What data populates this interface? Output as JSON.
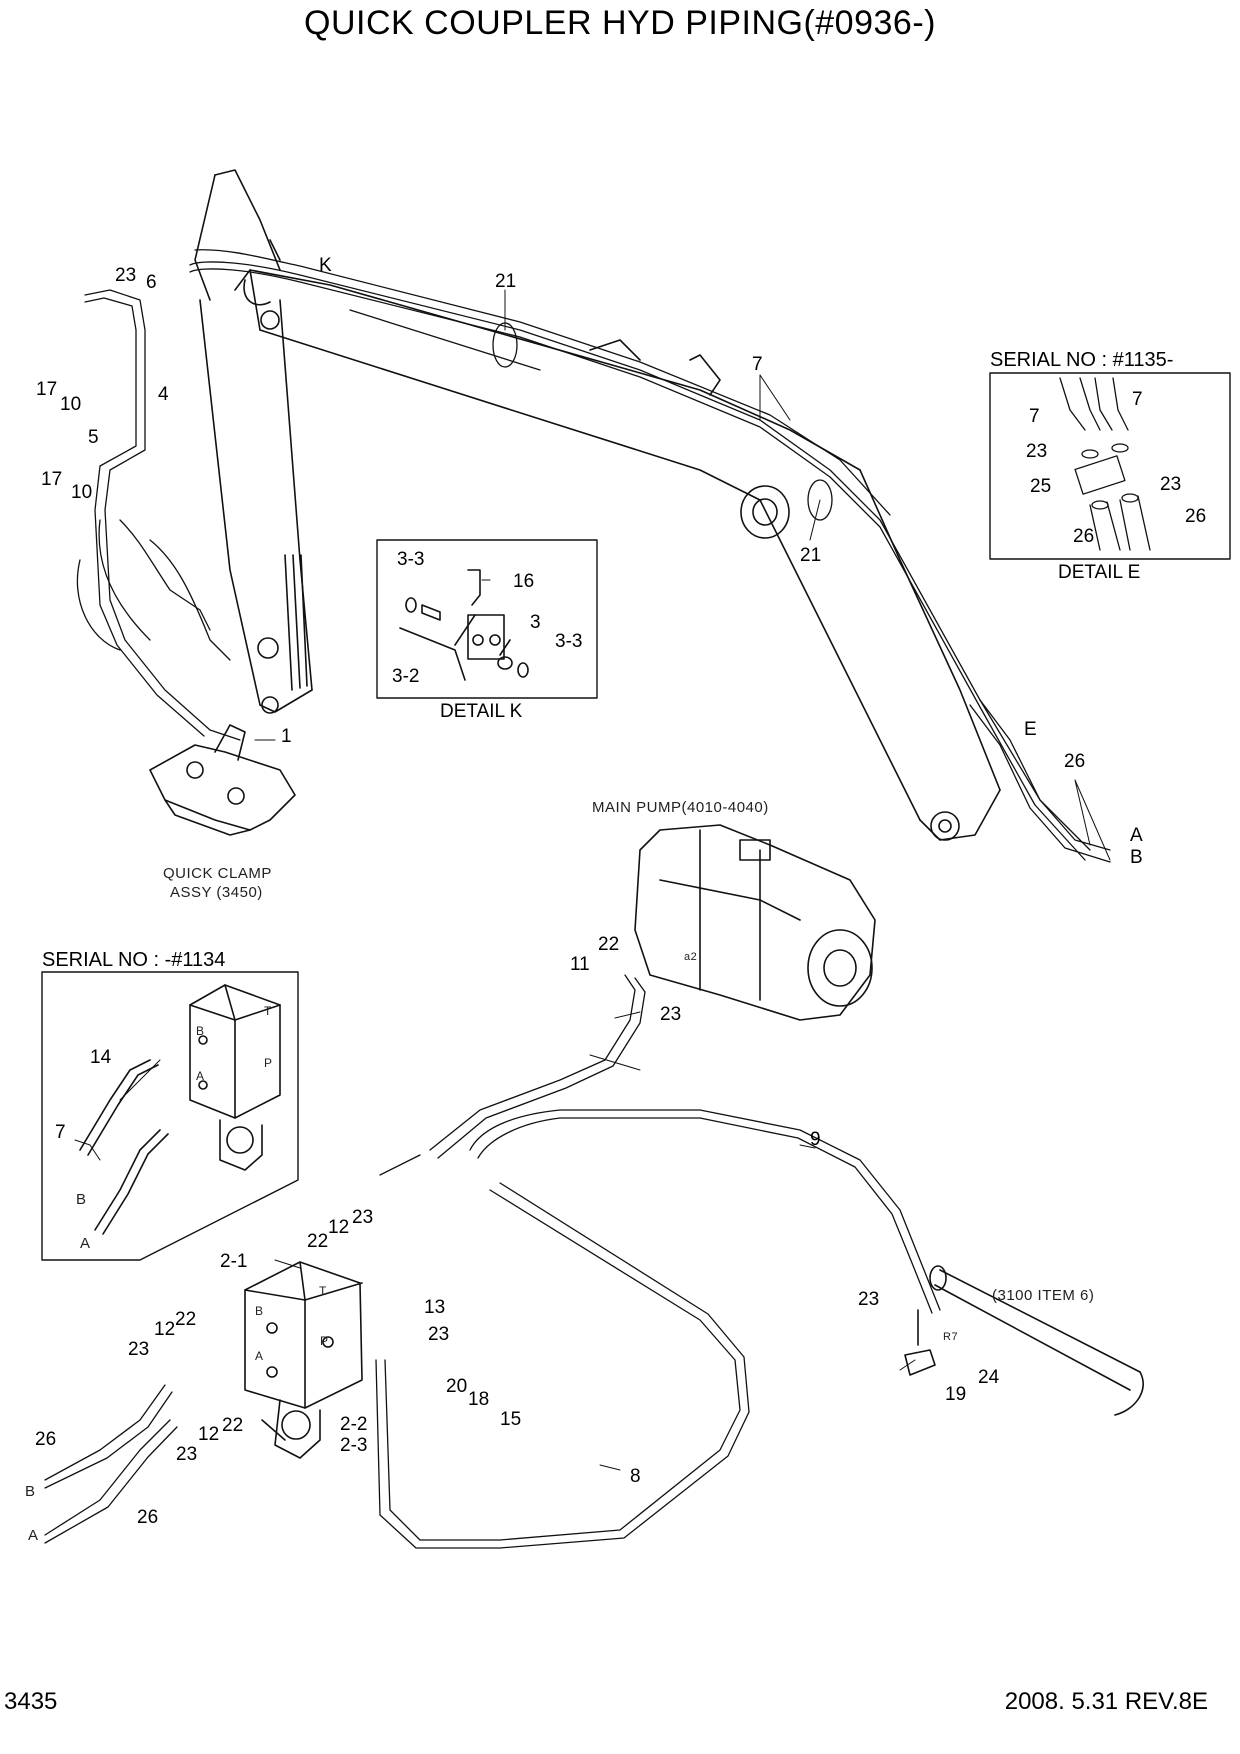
{
  "title": "QUICK COUPLER HYD PIPING(#0936-)",
  "footer": {
    "page_number": "3435",
    "date_revision": "2008. 5.31 REV.8E"
  },
  "captions": {
    "detail_k": "DETAIL K",
    "detail_e": "DETAIL  E",
    "serial_new": "SERIAL NO : #1135-",
    "serial_old": "SERIAL NO : -#1134",
    "main_pump": "MAIN PUMP(4010-4040)",
    "quick_clamp_line1": "QUICK CLAMP",
    "quick_clamp_line2": "ASSY (3450)",
    "item_3100": "(3100 ITEM 6)",
    "detail_marker_k": "K",
    "detail_marker_e": "E",
    "port_a2": "a2",
    "port_r7": "R7"
  },
  "callouts": {
    "c1": "1",
    "c2_1": "2-1",
    "c2_2": "2-2",
    "c2_3": "2-3",
    "c3": "3",
    "c3_2": "3-2",
    "c3_3a": "3-3",
    "c3_3b": "3-3",
    "c4": "4",
    "c5": "5",
    "c6": "6",
    "c7_boom": "7",
    "c7_e1": "7",
    "c7_e2": "7",
    "c7_old": "7",
    "c8": "8",
    "c9": "9",
    "c10a": "10",
    "c10b": "10",
    "c11": "11",
    "c12a": "12",
    "c12b": "12",
    "c12c": "12",
    "c13": "13",
    "c14": "14",
    "c15": "15",
    "c16": "16",
    "c17a": "17",
    "c17b": "17",
    "c18": "18",
    "c19": "19",
    "c20": "20",
    "c21a": "21",
    "c21b": "21",
    "c22a": "22",
    "c22b": "22",
    "c22c": "22",
    "c22d": "22",
    "c23a": "23",
    "c23b": "23",
    "c23c": "23",
    "c23d": "23",
    "c23e": "23",
    "c23f": "23",
    "c23g": "23",
    "c23h": "23",
    "c23i": "23",
    "c24": "24",
    "c25": "25",
    "c26a": "26",
    "c26b": "26",
    "c26c": "26",
    "c26d": "26",
    "c26e": "26"
  },
  "port_letters": {
    "boom_a": "A",
    "boom_b": "B",
    "valve_b": "B",
    "valve_a": "A",
    "valve_t": "T",
    "valve_p": "P",
    "old_b": "B",
    "old_a": "A",
    "old_t": "T",
    "old_p": "P",
    "old_hose_b": "B",
    "old_hose_a": "A",
    "hose_b": "B",
    "hose_a": "A"
  }
}
